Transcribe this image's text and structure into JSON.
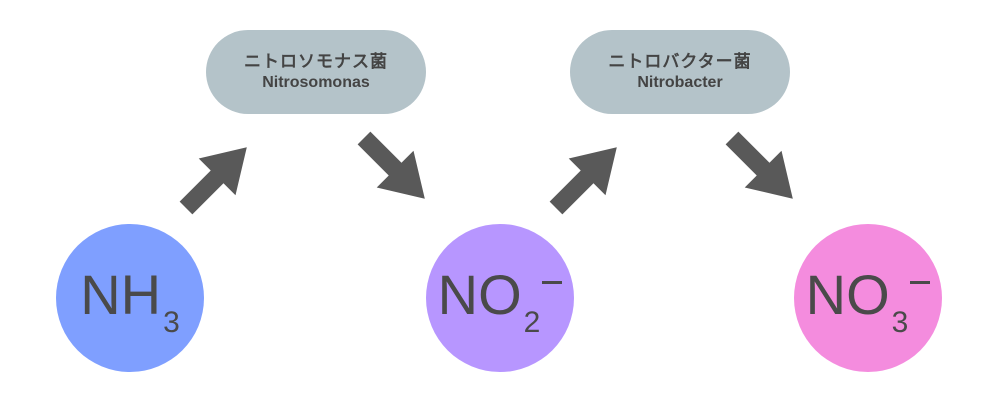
{
  "bacteria": [
    {
      "jp": "ニトロソモナス菌",
      "en": "Nitrosomonas"
    },
    {
      "jp": "ニトロバクター菌",
      "en": "Nitrobacter"
    }
  ],
  "compounds": [
    {
      "base": "NH",
      "sub": "3",
      "charge": "",
      "color": "#7f9fff"
    },
    {
      "base": "NO",
      "sub": "2",
      "charge": "−",
      "color": "#b796ff"
    },
    {
      "base": "NO",
      "sub": "3",
      "charge": "−",
      "color": "#f48cde"
    }
  ],
  "colors": {
    "bacteria_box": "#b4c3c9",
    "arrow": "#595959",
    "text": "#4a4a4a"
  },
  "icons": [
    "arrow-up-right-icon",
    "arrow-down-right-icon",
    "arrow-up-right-icon",
    "arrow-down-right-icon"
  ]
}
